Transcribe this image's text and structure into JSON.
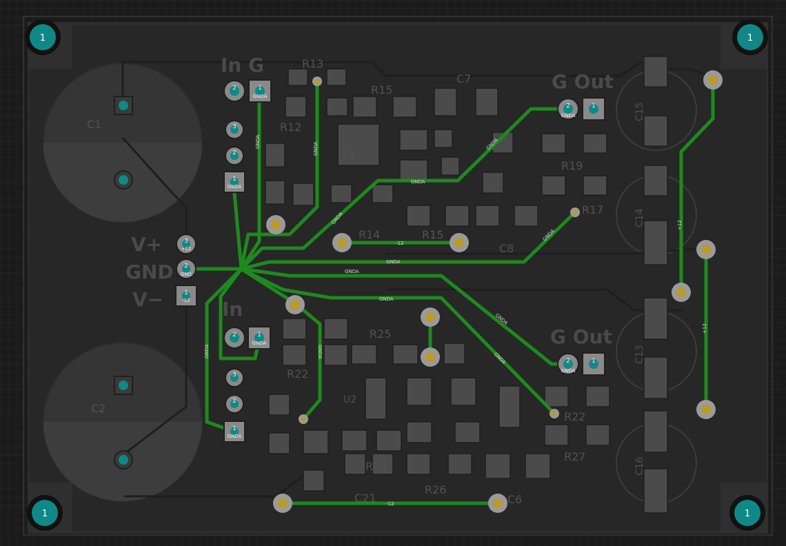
{
  "board": {
    "colors": {
      "background": "#1b1b1b",
      "grid": "#2a2a2a",
      "board": "#2f2f2f",
      "copper_fill": "#262626",
      "trace": "#1d8a1d",
      "pad": "#8a8a8a",
      "via": "#b0b0b0",
      "mount_hole": "#118888"
    },
    "mount_holes": [
      {
        "label": "1"
      },
      {
        "label": "1"
      },
      {
        "label": "1"
      },
      {
        "label": "1"
      }
    ],
    "silkscreen": {
      "in_top": "In G",
      "in_bottom": "In",
      "out_top": "G Out",
      "out_bottom": "G Out",
      "v_plus": "V+",
      "gnd": "GND",
      "v_minus": "V−"
    },
    "refs": {
      "c1": "C1",
      "c2": "C2",
      "c6": "C6",
      "c7": "C7",
      "c8": "C8",
      "c13": "C13",
      "c14": "C14",
      "c15": "C15",
      "c16": "C16",
      "c21": "C21",
      "r12": "R12",
      "r13": "R13",
      "r14": "R14",
      "r15": "R15",
      "r17": "R17",
      "r19": "R19",
      "r22": "R22",
      "r24": "R24",
      "r25": "R25",
      "r26": "R26",
      "r27": "R27",
      "y1": "Y1",
      "u2": "U2"
    },
    "nets": {
      "gnda": "GNDA",
      "plus12": "+12",
      "minus12": "-12"
    },
    "connectors": {
      "in_top_pad1": "1",
      "in_top_pad2": "2",
      "in_top_b_pad1": "1",
      "in_top_b_pad2": "2",
      "in_top_b_pad3": "3",
      "in_bot_pad1": "1",
      "in_bot_pad2": "2",
      "in_bot_b_pad1": "1",
      "in_bot_b_pad2": "2",
      "in_bot_b_pad3": "3",
      "out_top_pad1": "1",
      "out_top_pad2": "2",
      "out_bot_pad1": "1",
      "out_bot_pad2": "2",
      "pwr_pad1": "1",
      "pwr_pad2": "2",
      "pwr_pad3": "3"
    }
  }
}
